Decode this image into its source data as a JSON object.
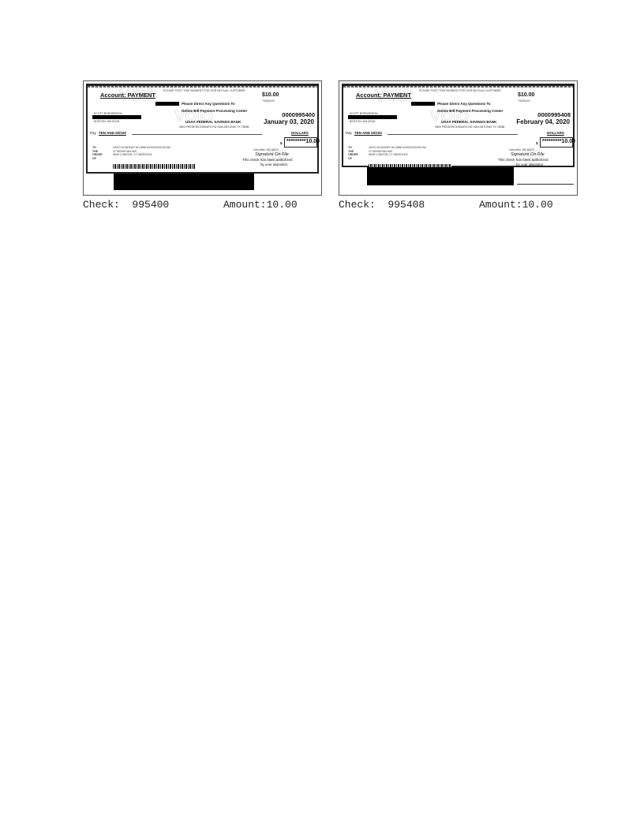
{
  "checks": [
    {
      "account_label": "Account: PAYMENT",
      "post_notice": "PLEASE POST THIS PAYMENT FOR OUR MUTUAL CUSTOMER",
      "amount_top": "$10.00",
      "routing_fraction": "74260140",
      "questions": "Please Direct Any Questions To",
      "processing_center": "Online Bill Payment Processing Center",
      "payer_name": "SCOTT BORGERSON",
      "payer_city": "BOSTON, MA 02116",
      "check_number_full": "0000995400",
      "date": "January 03, 2020",
      "bank": "USAA FEDERAL SAVINGS BANK",
      "bank_address": "9800 FREDERICKSBURG RD SAN ANTONIO TX 78288",
      "pay_label": "Pay",
      "written_amount": "TEN AND 00/100",
      "dollars_label": "DOLLARS",
      "dollar_sign": "$",
      "numeric_amount": "*********10.00",
      "to_the_order_of": [
        "TO",
        "THE",
        "ORDER",
        "OF"
      ],
      "payee_lines": [
        "USCG ACADEMY ALUMNI ASSOCIATION INC",
        "47 MOHEGAN AVE",
        "NEW LONDON, CT 06320-8111"
      ],
      "void_after": "Void After 180 DAYS",
      "signature": "Signature On File",
      "authorized": "This check has been authorized",
      "by_depositor": "by your depositor",
      "caption_check_label": "Check:",
      "caption_check_number": "995400",
      "caption_amount": "Amount:10.00"
    },
    {
      "account_label": "Account: PAYMENT",
      "post_notice": "PLEASE POST THIS PAYMENT FOR OUR MUTUAL CUSTOMER",
      "amount_top": "$10.00",
      "routing_fraction": "74260140",
      "questions": "Please Direct Any Questions To",
      "processing_center": "Online Bill Payment Processing Center",
      "payer_name": "SCOTT BORGERSON",
      "payer_city": "BOSTON, MA 02116",
      "check_number_full": "0000995408",
      "date": "February 04, 2020",
      "bank": "USAA FEDERAL SAVINGS BANK",
      "bank_address": "9800 FREDERICKSBURG RD SAN ANTONIO TX 78288",
      "pay_label": "Pay",
      "written_amount": "TEN AND 00/100",
      "dollars_label": "DOLLARS",
      "dollar_sign": "$",
      "numeric_amount": "*********10.00",
      "to_the_order_of": [
        "TO",
        "THE",
        "ORDER",
        "OF"
      ],
      "payee_lines": [
        "USCG ACADEMY ALUMNI ASSOCIATION INC",
        "47 MOHEGAN AVE",
        "NEW LONDON, CT 06320-8111"
      ],
      "void_after": "Void After 180 DAYS",
      "signature": "Signature On File",
      "authorized": "This check has been authorized",
      "by_depositor": "by your depositor",
      "caption_check_label": "Check:",
      "caption_check_number": "995408",
      "caption_amount": "Amount:10.00"
    }
  ]
}
